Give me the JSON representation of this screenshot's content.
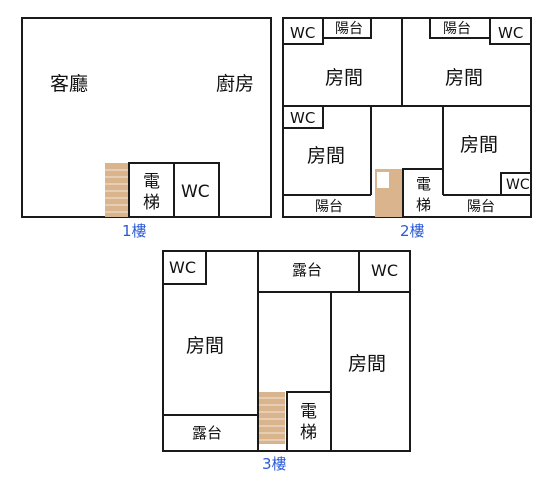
{
  "floor1": {
    "label": "1樓",
    "living_room": "客廳",
    "kitchen": "廚房",
    "elevator_top": "電",
    "elevator_bottom": "梯",
    "wc": "WC"
  },
  "floor2": {
    "label": "2樓",
    "wc_tl": "WC",
    "balcony_tl": "陽台",
    "balcony_tr": "陽台",
    "wc_tr": "WC",
    "room_tl": "房間",
    "room_tr": "房間",
    "wc_ml": "WC",
    "room_ml": "房間",
    "room_r": "房間",
    "elevator_top": "電",
    "elevator_bottom": "梯",
    "wc_br": "WC",
    "balcony_bl": "陽台",
    "balcony_br": "陽台"
  },
  "floor3": {
    "label": "3樓",
    "wc_tl": "WC",
    "terrace_top": "露台",
    "wc_tr": "WC",
    "room_left": "房間",
    "room_right": "房間",
    "elevator_top": "電",
    "elevator_bottom": "梯",
    "terrace_bottom": "露台"
  }
}
